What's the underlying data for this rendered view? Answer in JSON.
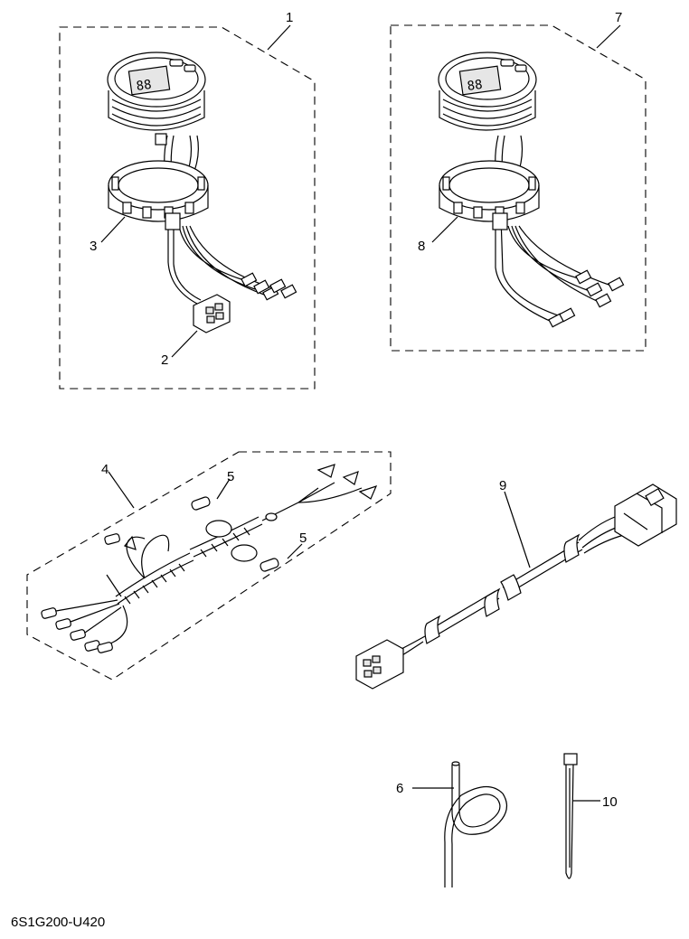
{
  "callouts": {
    "c1": "1",
    "c2": "2",
    "c3": "3",
    "c4": "4",
    "c5a": "5",
    "c5b": "5",
    "c6": "6",
    "c7": "7",
    "c8": "8",
    "c9": "9",
    "c10": "10"
  },
  "drawing_code": "6S1G200-U420",
  "colors": {
    "line": "#000000",
    "background": "#ffffff"
  }
}
